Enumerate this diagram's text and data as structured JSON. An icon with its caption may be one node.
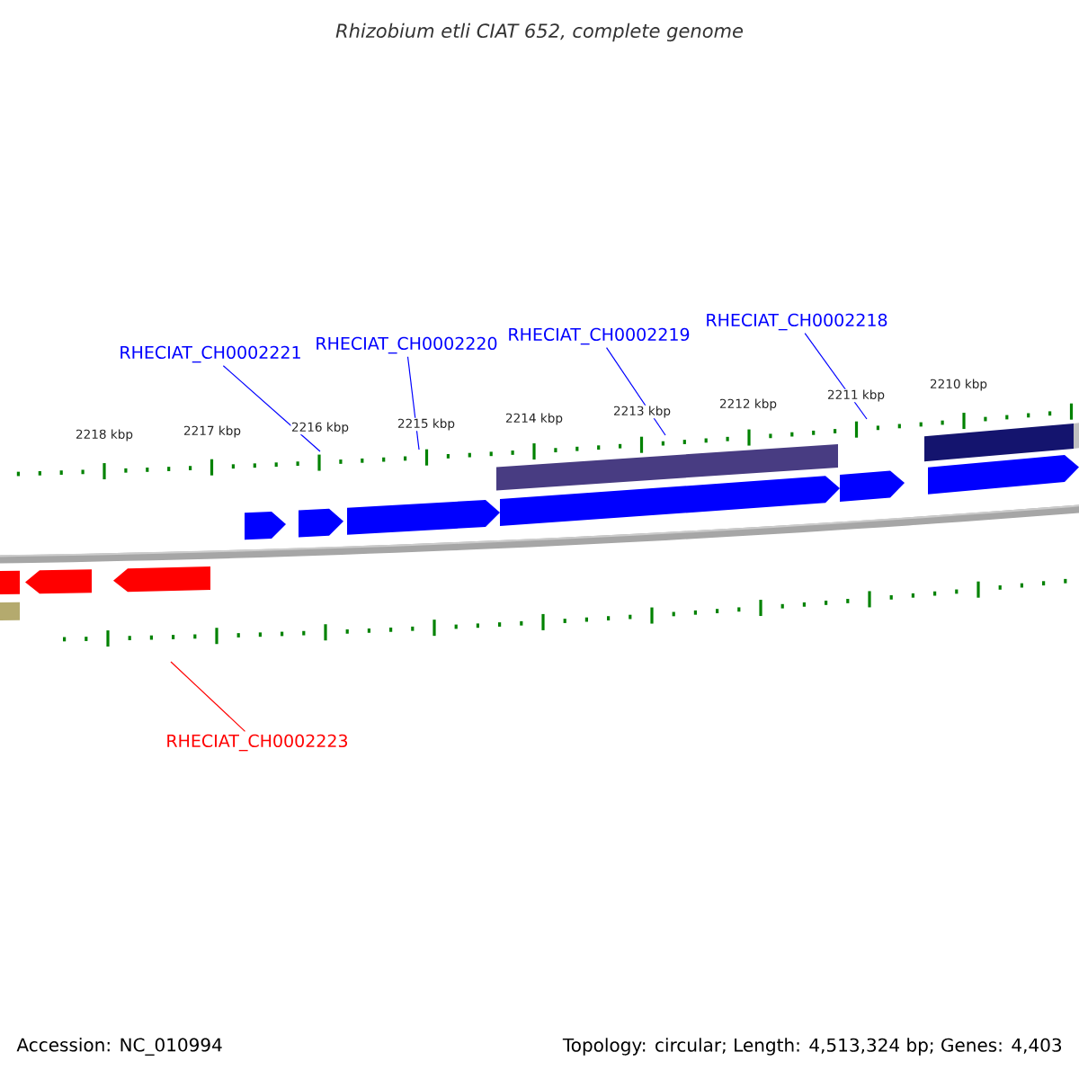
{
  "diagram": {
    "title": "Rhizobium etli CIAT 652, complete genome",
    "nodes": [
      {
        "text": [
          "RHECIAT_CH0002221"
        ]
      },
      {
        "text": [
          "RHECIAT_CH0002220"
        ]
      },
      {
        "text": [
          "RHECIAT_CH0002219"
        ]
      },
      {
        "text": [
          "RHECIAT_CH0002218"
        ]
      },
      {
        "text": [
          "RHECIAT_CH0002223"
        ]
      }
    ],
    "edges": [
      {
        "from": 0,
        "to": null,
        "arrow": "none"
      },
      {
        "from": 1,
        "to": null,
        "arrow": "none"
      },
      {
        "from": 2,
        "to": null,
        "arrow": "none"
      },
      {
        "from": 3,
        "to": null,
        "arrow": "none"
      },
      {
        "from": 4,
        "to": null,
        "arrow": "none",
        "color": "#ff0000"
      }
    ],
    "labels": [
      "2218 kbp",
      "2217 kbp",
      "2216 kbp",
      "2215 kbp",
      "2214 kbp",
      "2213 kbp",
      "2212 kbp",
      "2211 kbp",
      "2210 kbp",
      "Accession: NC_010994",
      "Topology: circular; Length: 4,513,324 bp; Genes: 4,403"
    ]
  }
}
